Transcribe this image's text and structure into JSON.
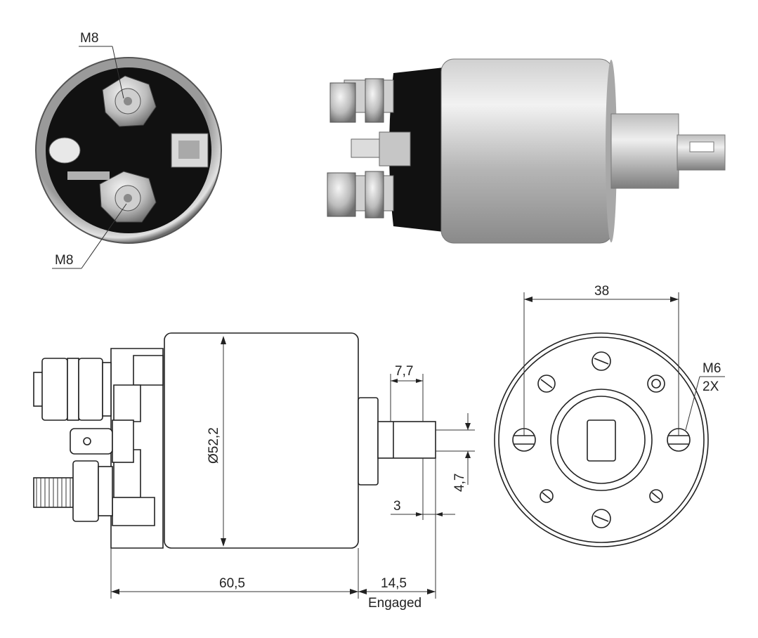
{
  "labels": {
    "thread_top": "M8",
    "thread_bottom": "M8",
    "mount_width": "38",
    "mount_thread": "M6",
    "mount_count": "2X",
    "diameter": "Ø52,2",
    "tab_width": "7,7",
    "tab_height": "4,7",
    "tab_offset": "3",
    "body_length": "60,5",
    "plunger_travel": "14,5",
    "plunger_state": "Engaged"
  },
  "colors": {
    "metal_light": "#e6e6e6",
    "metal_mid": "#b8b8b8",
    "metal_dark": "#7a7a7a",
    "insulator": "#111111",
    "line": "#222222"
  }
}
